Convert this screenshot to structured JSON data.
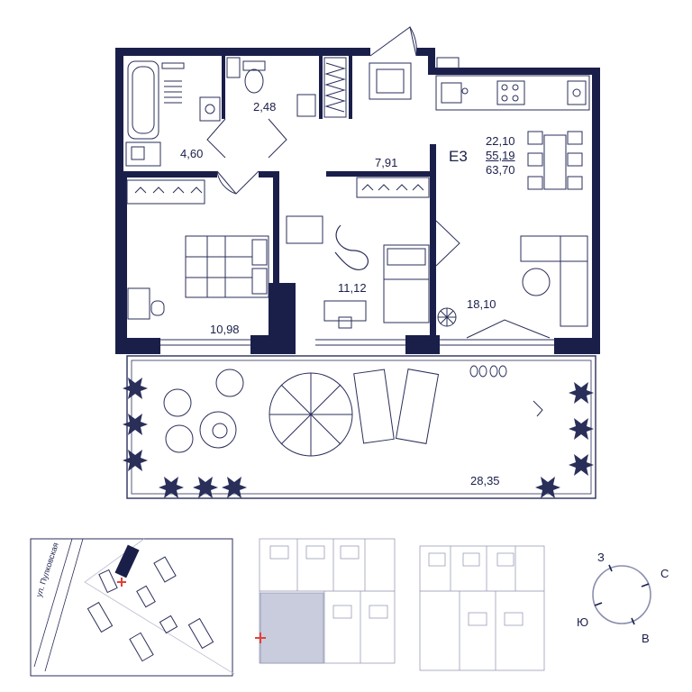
{
  "colors": {
    "ink": "#1a1f4a",
    "wall": "#1a1f4a",
    "line": "#2a2f5a",
    "thin": "#8a8fae",
    "highlight": "#c9ccdd",
    "accent": "#e0413a",
    "paper": "#ffffff"
  },
  "apartment": {
    "code": "Е3",
    "areas": {
      "living": "22,10",
      "total_no_terrace": "55,19",
      "total": "63,70"
    }
  },
  "rooms": {
    "bathroom": "4,60",
    "wc": "2,48",
    "hall": "7,91",
    "bedroom": "10,98",
    "kids_room": "11,12",
    "living_kitchen": "18,10",
    "terrace": "28,35"
  },
  "site_map": {
    "street": "ул. Пулковская"
  },
  "compass": {
    "north": "С",
    "south": "Ю",
    "east": "В",
    "west": "З"
  },
  "icons": {
    "bathtub": "bathtub-icon",
    "toilet": "toilet-icon",
    "sink": "sink-icon",
    "bed": "bed-icon",
    "umbrella": "umbrella-icon",
    "plant": "plant-icon",
    "compass": "compass-icon",
    "location": "location-marker-icon"
  }
}
